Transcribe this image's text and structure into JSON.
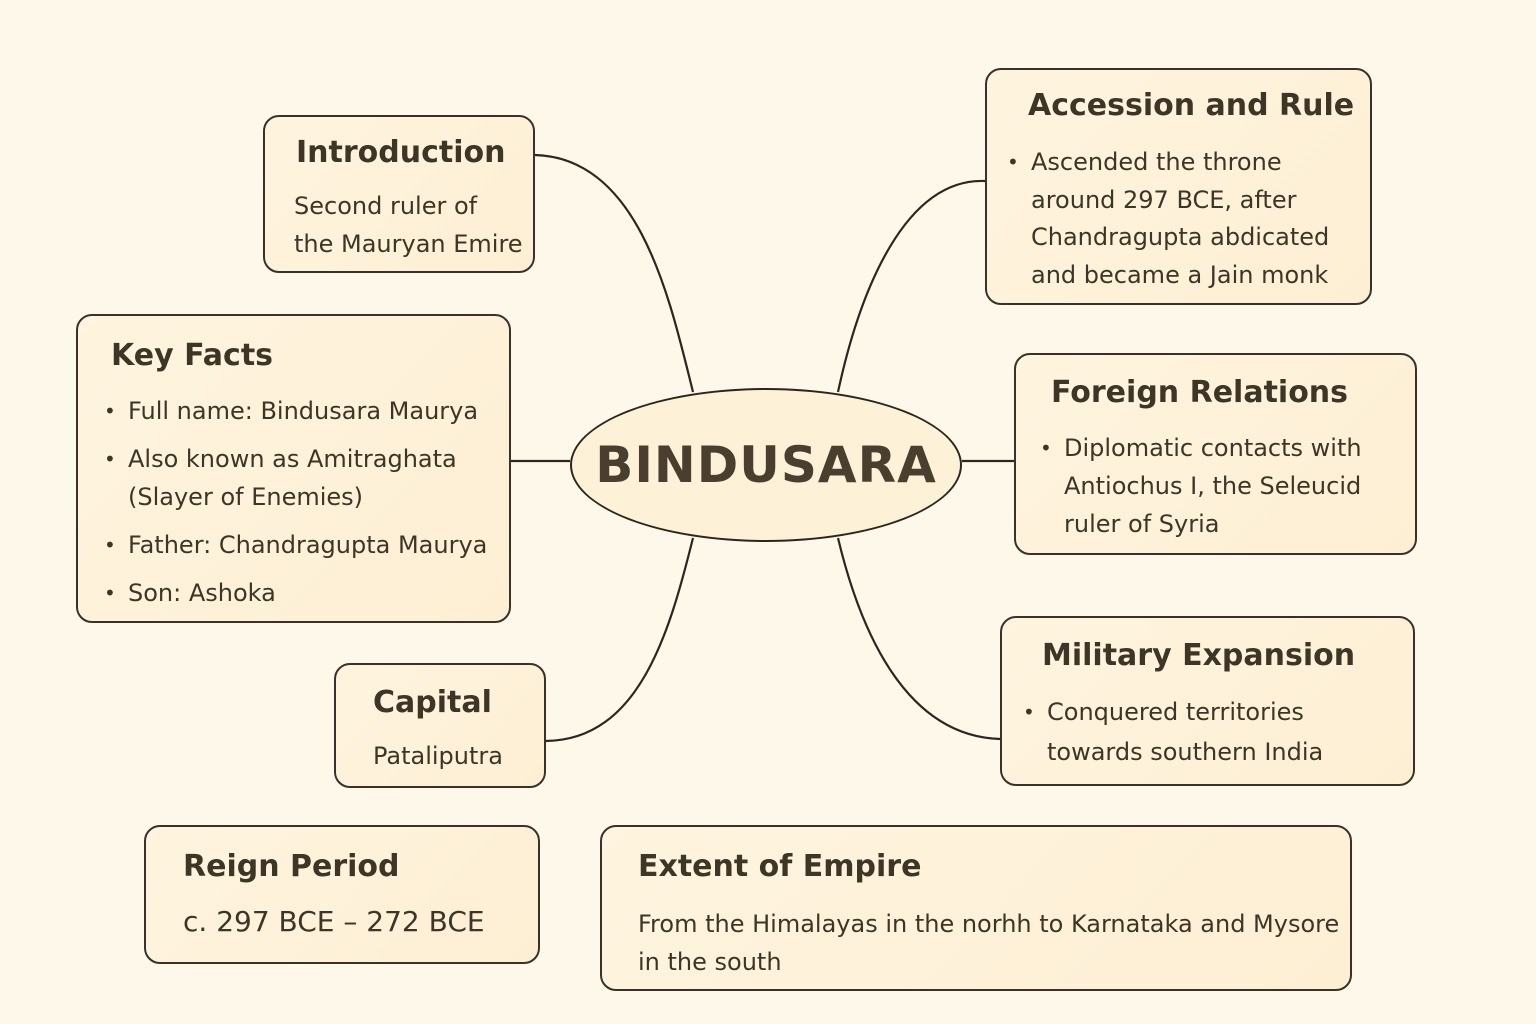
{
  "center": {
    "label": "BINDUSARA"
  },
  "introduction": {
    "title": "Introduction",
    "text": [
      "Second ruler of",
      "the Mauryan Emire"
    ]
  },
  "key_facts": {
    "title": "Key Facts",
    "items": [
      "Full name: Bindusara Maurya",
      "Also known as Amitraghata (Slayer of Enemies)",
      "Father: Chandragupta Maurya",
      "Son: Ashoka"
    ]
  },
  "capital": {
    "title": "Capital",
    "text": "Pataliputra"
  },
  "reign_period": {
    "title": "Reign Period",
    "text": "c. 297 BCE – 272 BCE"
  },
  "extent": {
    "title": "Extent of Empire",
    "text": "From the Himalayas in the norhh to Karnataka and Mysore in the south"
  },
  "accession": {
    "title": "Accession and Rule",
    "items": [
      "Ascended the throne around 297 BCE, after Chandragupta abdicated and became a Jain monk"
    ]
  },
  "foreign": {
    "title": "Foreign Relations",
    "items": [
      "Diplomatic contacts with Antiochus I, the Seleucid ruler of Syria"
    ]
  },
  "military": {
    "title": "Military Expansion",
    "items": [
      "Conquered territories towards southern India"
    ]
  }
}
